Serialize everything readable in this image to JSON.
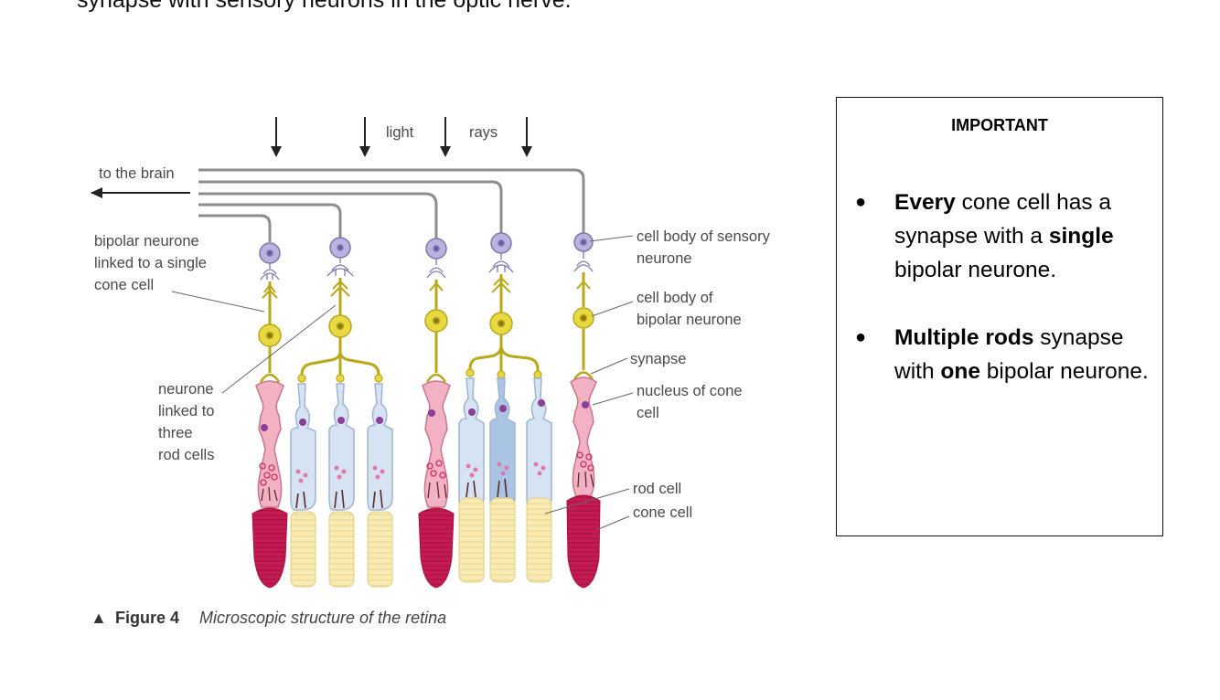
{
  "top_text": "synapse with sensory neurons in the optic nerve.",
  "diagram": {
    "labels": {
      "light": "light",
      "rays": "rays",
      "to_the_brain": "to the brain",
      "bipolar_single": [
        "bipolar neurone",
        "linked to a single",
        "cone cell"
      ],
      "neurone_three": [
        "neurone",
        "linked to",
        "three",
        "rod cells"
      ],
      "sensory_body": [
        "cell body of sensory",
        "neurone"
      ],
      "bipolar_body": [
        "cell body of",
        "bipolar neurone"
      ],
      "synapse": "synapse",
      "nucleus": [
        "nucleus of cone",
        "cell"
      ],
      "rod_cell": "rod cell",
      "cone_cell": "cone cell"
    },
    "caption": {
      "marker": "▲",
      "figure": "Figure 4",
      "text": "Microscopic structure of the retina"
    },
    "colors": {
      "sensory": "#b9b3dd",
      "bipolar": "#e2d23c",
      "cone_body": "#f2b2c4",
      "cone_outer": "#c31a50",
      "rod_body": "#d6e3f2",
      "rod_outer": "#f6e7a8",
      "nucleus": "#8a3f98"
    }
  },
  "important": {
    "title": "IMPORTANT",
    "bullets": [
      {
        "parts": [
          {
            "t": "Every",
            "b": true
          },
          {
            "t": " cone cell has a synapse with a ",
            "b": false
          },
          {
            "t": "single",
            "b": true
          },
          {
            "t": " bipolar neurone.",
            "b": false
          }
        ]
      },
      {
        "parts": [
          {
            "t": "Multiple rods",
            "b": true
          },
          {
            "t": " synapse with ",
            "b": false
          },
          {
            "t": "one",
            "b": true
          },
          {
            "t": " bipolar neurone.",
            "b": false
          }
        ]
      }
    ]
  }
}
